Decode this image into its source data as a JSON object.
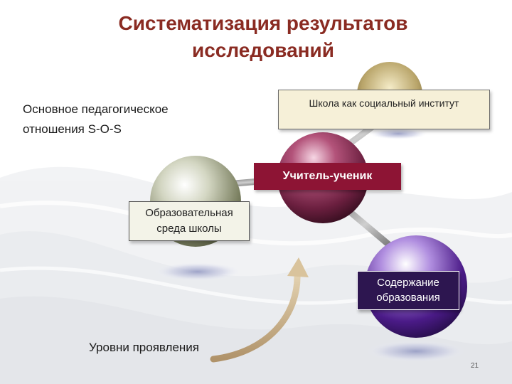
{
  "slide": {
    "title": "Систематизация  результатов\nисследований",
    "subtitle": "Основное педагогическое\nотношения S-O-S",
    "nodes": {
      "school": "Школа как социальный институт",
      "teacher_student": "Учитель-ученик",
      "educational_environment": "Образовательная\nсреда школы",
      "education_content": "Содержание\nобразования"
    },
    "levels_label": "Уровни проявления",
    "page_number": "21"
  },
  "colors": {
    "title": "#8a2b22",
    "teacher_box": "#8d1434",
    "content_box": "#2d1650",
    "school_box": "#f6f0d8"
  }
}
